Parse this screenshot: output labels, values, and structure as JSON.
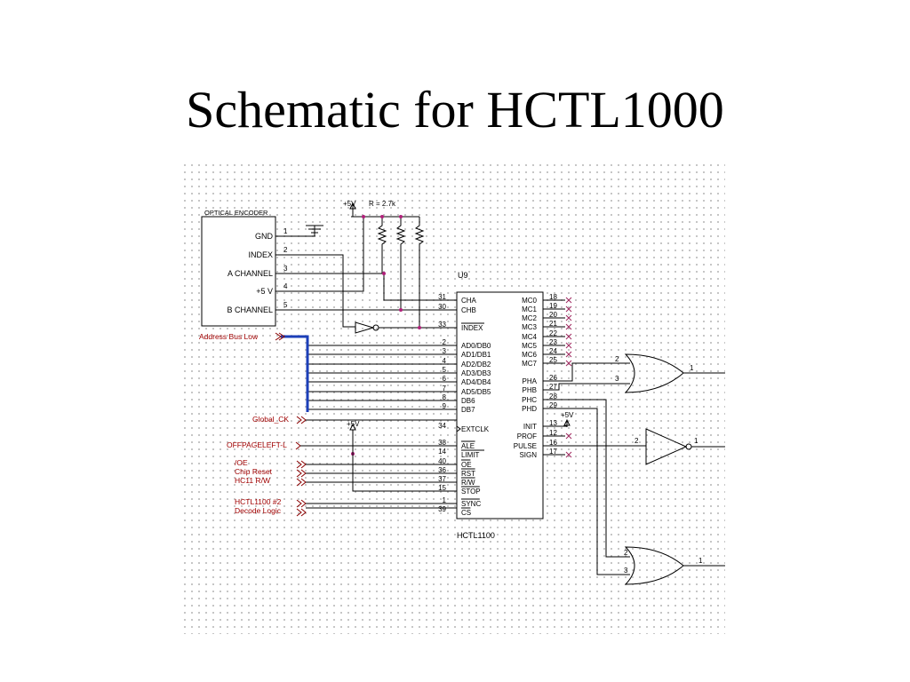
{
  "title": "Schematic for HCTL1000",
  "encoder": {
    "title": "OPTICAL ENCODER",
    "pins": [
      {
        "label": "GND",
        "num": "1"
      },
      {
        "label": "INDEX",
        "num": "2"
      },
      {
        "label": "A CHANNEL",
        "num": "3"
      },
      {
        "label": "+5 V",
        "num": "4"
      },
      {
        "label": "B CHANNEL",
        "num": "5"
      }
    ]
  },
  "power": {
    "top": "+5V",
    "resistor": "R = 2.7k",
    "mid": "+5V",
    "right": "+5V"
  },
  "chip": {
    "ref": "U9",
    "name": "HCTL1100",
    "left_pins": [
      {
        "num": "31",
        "label": "CHA"
      },
      {
        "num": "30",
        "label": "CHB"
      },
      {
        "num": "33",
        "label": "INDEX"
      },
      {
        "num": "2",
        "label": "AD0/DB0"
      },
      {
        "num": "3",
        "label": "AD1/DB1"
      },
      {
        "num": "4",
        "label": "AD2/DB2"
      },
      {
        "num": "5",
        "label": "AD3/DB3"
      },
      {
        "num": "6",
        "label": "AD4/DB4"
      },
      {
        "num": "7",
        "label": "AD5/DB5"
      },
      {
        "num": "8",
        "label": "DB6"
      },
      {
        "num": "9",
        "label": "DB7"
      },
      {
        "num": "34",
        "label": "EXTCLK"
      },
      {
        "num": "38",
        "label": "ALE"
      },
      {
        "num": "14",
        "label": "LIMIT"
      },
      {
        "num": "40",
        "label": "OE"
      },
      {
        "num": "36",
        "label": "RST"
      },
      {
        "num": "37",
        "label": "R/W"
      },
      {
        "num": "15",
        "label": "STOP"
      },
      {
        "num": "1",
        "label": "SYNC"
      },
      {
        "num": "39",
        "label": "CS"
      }
    ],
    "right_pins": [
      {
        "num": "18",
        "label": "MC0"
      },
      {
        "num": "19",
        "label": "MC1"
      },
      {
        "num": "20",
        "label": "MC2"
      },
      {
        "num": "21",
        "label": "MC3"
      },
      {
        "num": "22",
        "label": "MC4"
      },
      {
        "num": "23",
        "label": "MC5"
      },
      {
        "num": "24",
        "label": "MC6"
      },
      {
        "num": "25",
        "label": "MC7"
      },
      {
        "num": "26",
        "label": "PHA"
      },
      {
        "num": "27",
        "label": "PHB"
      },
      {
        "num": "28",
        "label": "PHC"
      },
      {
        "num": "29",
        "label": "PHD"
      },
      {
        "num": "13",
        "label": "INIT"
      },
      {
        "num": "12",
        "label": "PROF"
      },
      {
        "num": "16",
        "label": "PULSE"
      },
      {
        "num": "17",
        "label": "SIGN"
      }
    ]
  },
  "net_labels": {
    "address_bus": "Address Bus Low",
    "global_ck": "Global_CK",
    "offpage": "OFFPAGELEFT-L",
    "oe": "/OE",
    "chip_reset": "Chip Reset",
    "hc11_rw": "HC11 R/W",
    "hctl_2": "HCTL1100 #2",
    "decode": "Decode Logic"
  },
  "gates": {
    "or1": {
      "in1": "2",
      "in2": "3",
      "out": "1"
    },
    "buf": {
      "in": "2",
      "out": "1"
    },
    "or2": {
      "in1": "2",
      "in2": "3",
      "out": "1"
    }
  },
  "colors": {
    "wire": "#000000",
    "net_label": "#a00000",
    "bus": "#1c3fb8",
    "junction": "#b0207a"
  }
}
